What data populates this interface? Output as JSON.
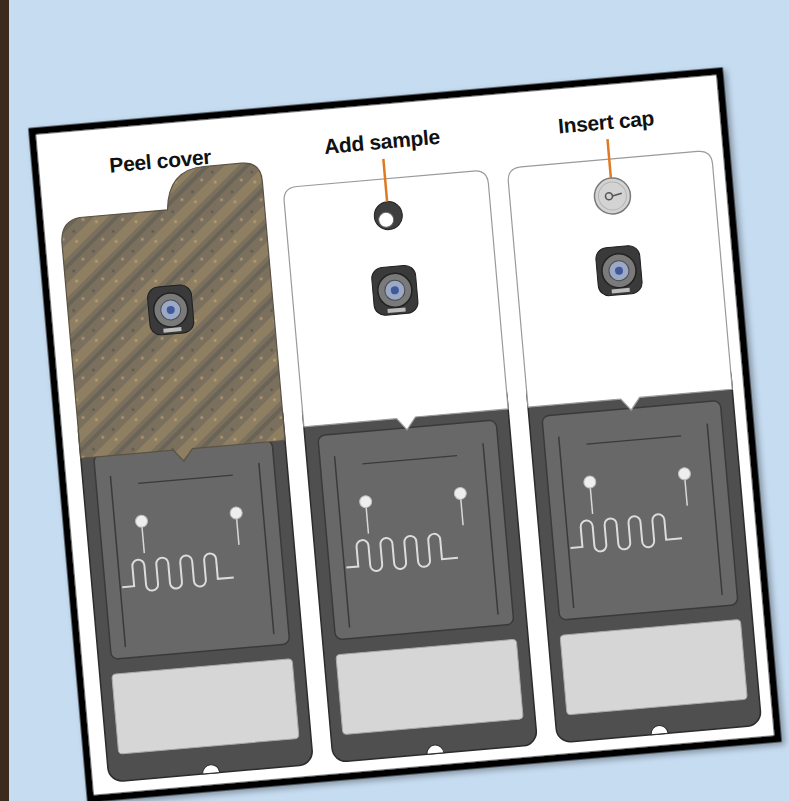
{
  "diagram": {
    "labels": [
      "Peel cover",
      "Add sample",
      "Insert cap"
    ]
  }
}
